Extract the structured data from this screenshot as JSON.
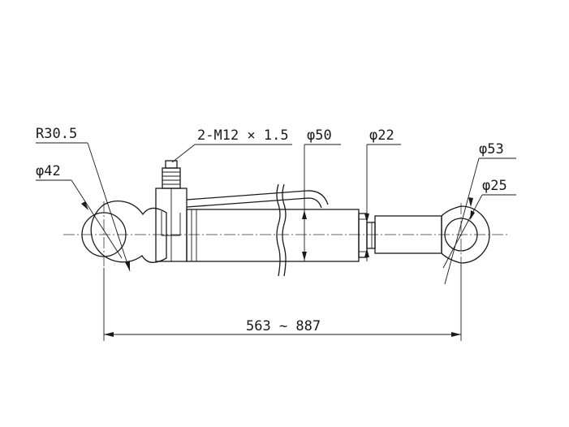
{
  "labels": {
    "eye_radius": "R30.5",
    "left_eye_bore": "φ42",
    "port_thread": "2-M12 × 1.5",
    "cylinder_bore": "φ50",
    "rod_diameter": "φ22",
    "right_eye_outer": "φ53",
    "right_eye_bore": "φ25",
    "stroke_length": "563 ~ 887"
  }
}
